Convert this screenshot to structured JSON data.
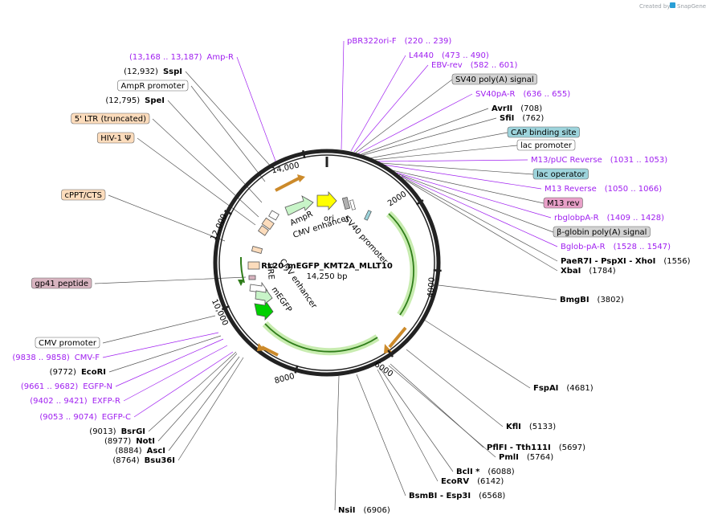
{
  "credit": {
    "prefix": "Created by",
    "brand": "SnapGene"
  },
  "plasmid": {
    "name": "RL20_mEGFP_KMT2A_MLLT10",
    "length": "14,250 bp"
  },
  "colors": {
    "primer": "#a020f0",
    "enzyme": "#000000",
    "feature_orange_bg": "#fcdcbc",
    "feature_gray_bg": "#d3d3d3",
    "feature_teal_bg": "#9dd4dc",
    "feature_pink_bg": "#e8a0c8",
    "feature_rose_bg": "#d8b4c0",
    "backbone": "#222222",
    "orf_highlight": "#c8ecb0",
    "orf_arrow": "#cc8a2a",
    "promoter_fill": "#ffffff",
    "enhancer_fill": "#c8f4c8",
    "ori_fill": "#ffff00",
    "egfp_fill": "#00d000"
  },
  "ticks": [
    "2000",
    "4000",
    "6000",
    "8000",
    "10,000",
    "12,000",
    "14,000"
  ],
  "inner_labels": [
    "AmpR",
    "ori",
    "SV40 promoter",
    "CMV enhancer",
    "CMV enhancer",
    "RRE",
    "mEGFP"
  ],
  "labels": [
    {
      "t": "pBR322ori-F",
      "t2": "(220 .. 239)",
      "kind": "primer"
    },
    {
      "t": "L4440",
      "t2": "(473 .. 490)",
      "kind": "primer"
    },
    {
      "t": "EBV-rev",
      "t2": "(582 .. 601)",
      "kind": "primer"
    },
    {
      "t": "SV40 poly(A) signal",
      "t2": "",
      "kind": "box-gray"
    },
    {
      "t": "SV40pA-R",
      "t2": "(636 .. 655)",
      "kind": "primer"
    },
    {
      "t": "AvrII",
      "t2": "(708)",
      "kind": "enzyme"
    },
    {
      "t": "SfiI",
      "t2": "(762)",
      "kind": "enzyme"
    },
    {
      "t": "CAP binding site",
      "t2": "",
      "kind": "box-teal"
    },
    {
      "t": "lac promoter",
      "t2": "",
      "kind": "box-white"
    },
    {
      "t": "M13/pUC Reverse",
      "t2": "(1031 .. 1053)",
      "kind": "primer"
    },
    {
      "t": "lac operator",
      "t2": "",
      "kind": "box-teal"
    },
    {
      "t": "M13 Reverse",
      "t2": "(1050 .. 1066)",
      "kind": "primer"
    },
    {
      "t": "M13 rev",
      "t2": "",
      "kind": "box-pink"
    },
    {
      "t": "rbglobpA-R",
      "t2": "(1409 .. 1428)",
      "kind": "primer"
    },
    {
      "t": "β-globin poly(A) signal",
      "t2": "",
      "kind": "box-gray"
    },
    {
      "t": "Bglob-pA-R",
      "t2": "(1528 .. 1547)",
      "kind": "primer"
    },
    {
      "t": "PaeR7I - PspXI - XhoI",
      "t2": "(1556)",
      "kind": "enzyme"
    },
    {
      "t": "XbaI",
      "t2": "(1784)",
      "kind": "enzyme"
    },
    {
      "t": "BmgBI",
      "t2": "(3802)",
      "kind": "enzyme"
    },
    {
      "t": "FspAI",
      "t2": "(4681)",
      "kind": "enzyme"
    },
    {
      "t": "KflI",
      "t2": "(5133)",
      "kind": "enzyme"
    },
    {
      "t": "PflFI - Tth111I",
      "t2": "(5697)",
      "kind": "enzyme"
    },
    {
      "t": "PmlI",
      "t2": "(5764)",
      "kind": "enzyme"
    },
    {
      "t": "BclI *",
      "t2": "(6088)",
      "kind": "enzyme"
    },
    {
      "t": "EcoRV",
      "t2": "(6142)",
      "kind": "enzyme"
    },
    {
      "t": "BsmBI - Esp3I",
      "t2": "(6568)",
      "kind": "enzyme"
    },
    {
      "t": "NsiI",
      "t2": "(6906)",
      "kind": "enzyme"
    },
    {
      "t": "Bsu36I",
      "t2": "(8764)",
      "kind": "enzyme-left"
    },
    {
      "t": "AscI",
      "t2": "(8884)",
      "kind": "enzyme-left"
    },
    {
      "t": "NotI",
      "t2": "(8977)",
      "kind": "enzyme-left"
    },
    {
      "t": "BsrGI",
      "t2": "(9013)",
      "kind": "enzyme-left"
    },
    {
      "t": "EGFP-C",
      "t2": "(9053 .. 9074)",
      "kind": "primer-left"
    },
    {
      "t": "EXFP-R",
      "t2": "(9402 .. 9421)",
      "kind": "primer-left"
    },
    {
      "t": "EGFP-N",
      "t2": "(9661 .. 9682)",
      "kind": "primer-left"
    },
    {
      "t": "EcoRI",
      "t2": "(9772)",
      "kind": "enzyme-left"
    },
    {
      "t": "CMV-F",
      "t2": "(9838 .. 9858)",
      "kind": "primer-left"
    },
    {
      "t": "CMV promoter",
      "t2": "",
      "kind": "box-white"
    },
    {
      "t": "gp41 peptide",
      "t2": "",
      "kind": "box-rose"
    },
    {
      "t": "cPPT/CTS",
      "t2": "",
      "kind": "box-orange"
    },
    {
      "t": "HIV-1 Ψ",
      "t2": "",
      "kind": "box-orange"
    },
    {
      "t": "5' LTR (truncated)",
      "t2": "",
      "kind": "box-orange"
    },
    {
      "t": "SpeI",
      "t2": "(12,795)",
      "kind": "enzyme-left"
    },
    {
      "t": "AmpR promoter",
      "t2": "",
      "kind": "box-white"
    },
    {
      "t": "SspI",
      "t2": "(12,932)",
      "kind": "enzyme-left"
    },
    {
      "t": "Amp-R",
      "t2": "(13,168 .. 13,187)",
      "kind": "primer-left"
    }
  ]
}
